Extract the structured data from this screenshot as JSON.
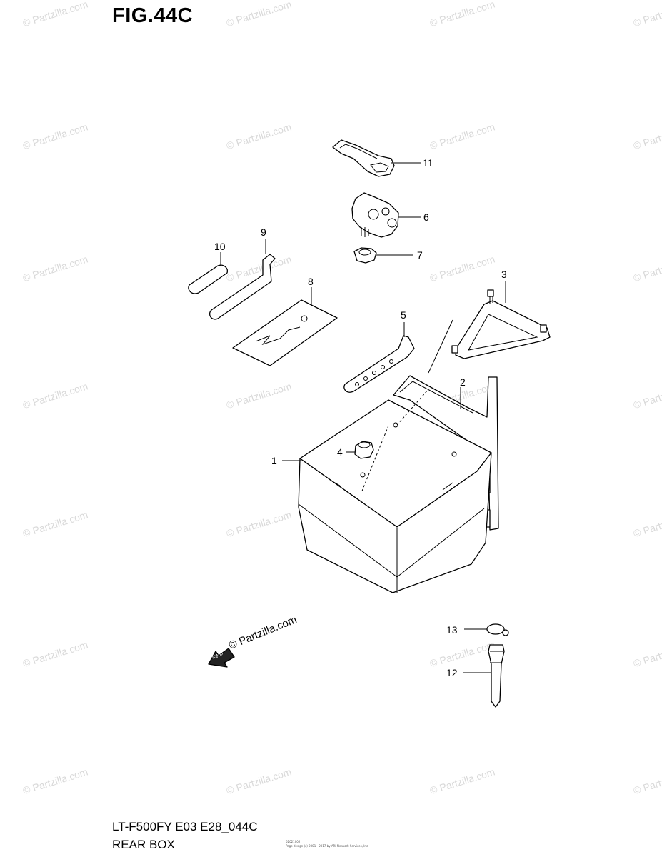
{
  "figure_title": "FIG.44C",
  "footer": {
    "model_code": "LT-F500FY E03 E28_044C",
    "section_name": "REAR BOX",
    "small_code": "02021002",
    "copyright_line": "Page design (c) 2001 - 2017 by ARI Network Services, Inc."
  },
  "watermark_text": "© Partzilla.com",
  "forward_marker": {
    "arrow_text": "FWD",
    "label": "© Partzilla.com"
  },
  "callouts": [
    "1",
    "2",
    "3",
    "4",
    "5",
    "6",
    "7",
    "8",
    "9",
    "10",
    "11",
    "12",
    "13"
  ]
}
